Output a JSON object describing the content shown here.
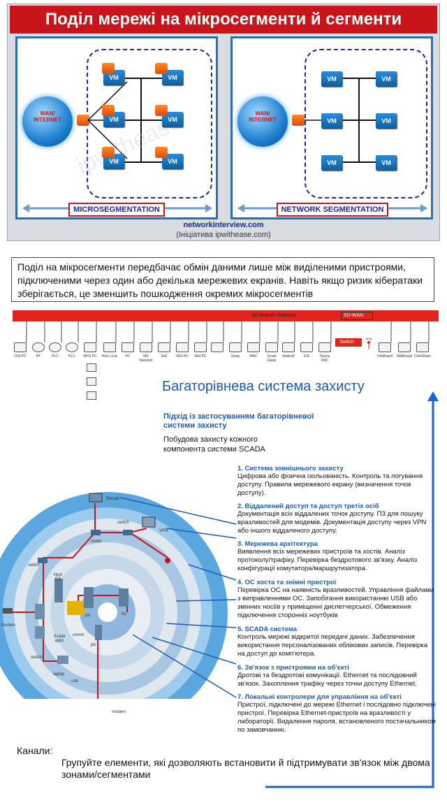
{
  "banner": {
    "title": "Поділ мережі на мікросегменти й сегменти",
    "globe_label": "WAN/\nINTERNET",
    "left_label": "MICROSEGMENTATION",
    "right_label": "NETWORK SEGMENTATION",
    "vm_label": "VM",
    "credit_site": "networkinterview.com",
    "credit_note": "(Ініціатива ipwithease.com)",
    "watermark": "ipwithease"
  },
  "callout": {
    "text": "Поділ на мікросегменти передбачає обмін даними лише між виділеними пристроями, підключеними через один або декілька мережевих екранів. Навіть якщо ризик кібератаки зберігається, це зменшить пошкодження окремих мікросегментів"
  },
  "network_bar": {
    "gateway": "SD-Branch Gateway",
    "sdwan": "SD-WAN",
    "switch": "Switch",
    "devices": [
      "OSI PC",
      "HT",
      "PLC",
      "PLC",
      "MFG PC",
      "Holo Lens",
      "PC",
      "MS Navision",
      "NIS",
      "NGI PC",
      "NGI PC",
      "",
      "Umay",
      "MAC",
      "Smart Glass",
      "Android",
      "iOS",
      "Teams DAC",
      "InfoBoard",
      "Wallboard",
      "ClickShare"
    ]
  },
  "defense": {
    "title": "Багаторівнева система захисту",
    "subtitle": "Підхід із застосуванням багаторівневої системи захисту",
    "subtitle2": "Побудова захисту кожного компонента системи SCADA",
    "layers": [
      {
        "head": "1. Система зовнішнього захисту",
        "text": "Цифрова або фізична ізольованість. Контроль та логування доступу. Правила мережевого екрану (визначення точок доступу)."
      },
      {
        "head": "2. Віддалений доступ та доступ третіх осіб",
        "text": "Документація всіх віддалених точок доступу. ПЗ для пошуку вразливостей для модемів. Документація доступу через VPN або іншого віддаленого доступу."
      },
      {
        "head": "3. Мережева архітектура",
        "text": "Виявлення всіх мережевих пристроїв та хостів. Аналіз протоколу/трафіку. Перевірка бездротового зв'язку. Аналіз конфігурації комутатора/маршрутизатора."
      },
      {
        "head": "4. ОС хоста та знімні пристрої",
        "text": "Перевірка ОС на наявність вразливостей. Управління файлами з виправленнями ОС. Запобігання використанню USB або змінних носіїв у приміщенні диспетчерської. Обмеження підключення сторонніх ноутбуків"
      },
      {
        "head": "5. SCADA система",
        "text": "Контроль мережі відкритої передачі даних. Забезпечення використання персоналізованих облікових записів. Перевірка на доступ до комп'ютера."
      },
      {
        "head": "6. Зв'язок з пристроями на об'єкті",
        "text": "Дротові та бездротові комунікації. Ethernet та послідовний зв'язок. Захоплення трафіку через точки доступу Ethernet."
      },
      {
        "head": "7. Локальні контролери для управління на об'єкті",
        "text": "Пристрої, підключені до мережі Ethernet і послідовно підключені пристрої. Перевірка Ethernet-пристроїв на вразливості у лабораторії. Видалення пароля, встановленого постачальником по замовчанню."
      }
    ],
    "ring_labels": [
      "firewall",
      "switch",
      "VPN",
      "router",
      "switch",
      "Host OS",
      "modem",
      "Scada apps",
      "comm",
      "plc",
      "plc",
      "rtu",
      "switch",
      "laptop",
      "usb",
      "modem"
    ]
  },
  "channels": {
    "head": "Канали:",
    "text": "Групуйте елементи, які дозволяють встановити й підтримувати зв'язок між двома зонами/сегментами"
  },
  "colors": {
    "banner_red": "#c8141a",
    "accent_blue": "#1d5bb0",
    "ring_blue": "#5aa7e0"
  }
}
